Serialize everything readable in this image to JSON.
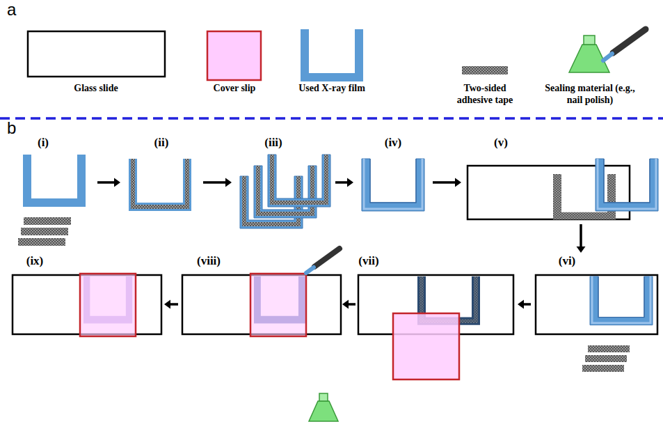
{
  "diagram": {
    "nodes": [
      {
        "text": [
          "(i)"
        ]
      },
      {
        "text": [
          "(ii)"
        ]
      },
      {
        "text": [
          "(iii)"
        ]
      },
      {
        "text": [
          "(iv)"
        ]
      },
      {
        "text": [
          "(v)"
        ]
      },
      {
        "text": [
          "(vi)"
        ]
      },
      {
        "text": [
          "(vii)"
        ]
      },
      {
        "text": [
          "(viii)"
        ]
      },
      {
        "text": [
          "(ix)"
        ]
      }
    ],
    "edges": [
      {
        "from": 0,
        "to": 1,
        "arrow": "to"
      },
      {
        "from": 1,
        "to": 2,
        "arrow": "to"
      },
      {
        "from": 2,
        "to": 3,
        "arrow": "to"
      },
      {
        "from": 3,
        "to": 4,
        "arrow": "to"
      },
      {
        "from": 4,
        "to": 5,
        "arrow": "to"
      },
      {
        "from": 5,
        "to": 6,
        "arrow": "to"
      },
      {
        "from": 6,
        "to": 7,
        "arrow": "to"
      },
      {
        "from": 7,
        "to": 8,
        "arrow": "to"
      }
    ],
    "labels": [
      "a",
      "Glass slide",
      "Cover slip",
      "Used X-ray film",
      "Two-sided adhesive tape",
      "Sealing material (e.g., nail polish)",
      "b"
    ]
  }
}
